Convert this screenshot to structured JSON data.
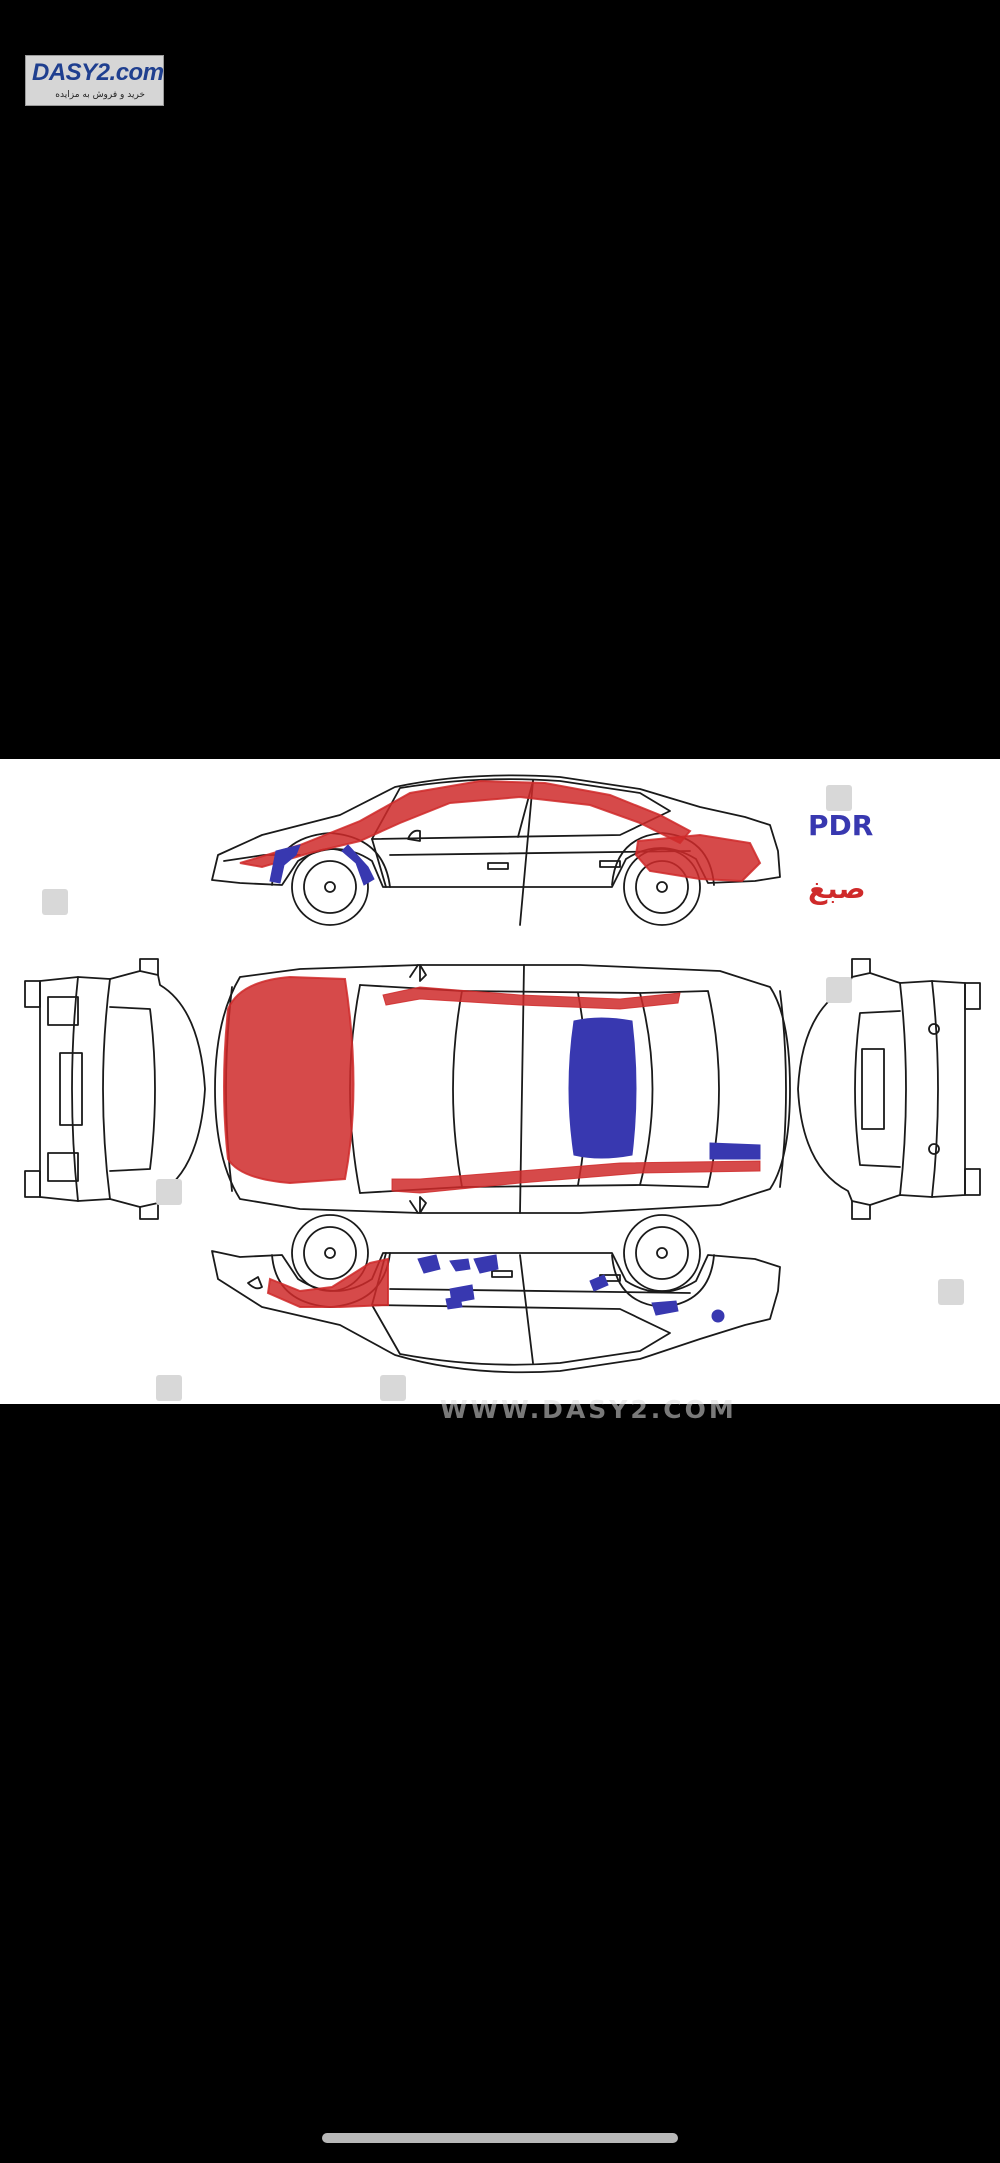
{
  "logo": {
    "brand": "DASY2.com",
    "tagline": "خرید و فروش به مزایده"
  },
  "legend": {
    "pdr_label": "PDR",
    "paint_label": "صبغ",
    "pdr_color": "#3838b0",
    "paint_color": "#cf2a2a"
  },
  "watermark": {
    "site": "WWW.DASY2.COM"
  },
  "colors": {
    "background": "#000000",
    "diagram_background": "#ffffff",
    "outline": "#1a1a1a"
  }
}
